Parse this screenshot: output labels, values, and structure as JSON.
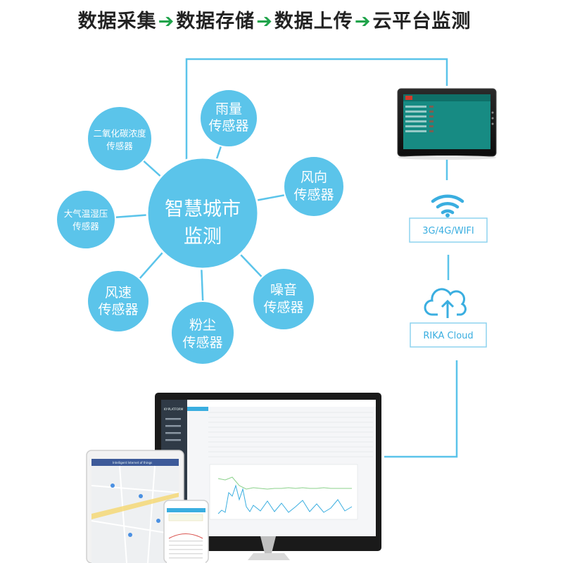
{
  "title": {
    "steps": [
      "数据采集",
      "数据存储",
      "数据上传",
      "云平台监测"
    ]
  },
  "colors": {
    "node": "#5bc4ea",
    "line": "#5bc4ea",
    "arrow": "#1ea34a",
    "text_on_node": "#ffffff"
  },
  "hub": {
    "line1": "智慧城市",
    "line2": "监测"
  },
  "sensors": [
    {
      "line1": "雨量",
      "line2": "传感器"
    },
    {
      "line1": "风向",
      "line2": "传感器"
    },
    {
      "line1": "噪音",
      "line2": "传感器"
    },
    {
      "line1": "粉尘",
      "line2": "传感器"
    },
    {
      "line1": "风速",
      "line2": "传感器"
    },
    {
      "line1": "大气温湿压",
      "line2": "传感器"
    },
    {
      "line1": "二氧化碳浓度",
      "line2": "传感器"
    }
  ],
  "pipeline": {
    "network_label": "3G/4G/WIFI",
    "network_icon": "wifi-icon",
    "cloud_label": "RIKA Cloud",
    "cloud_icon": "cloud-upload-icon",
    "logger_icon": "data-logger-device"
  },
  "devices": {
    "desktop_brand": "KY-PLATFORM",
    "tablet_header": "Intelligent Internet of things"
  }
}
